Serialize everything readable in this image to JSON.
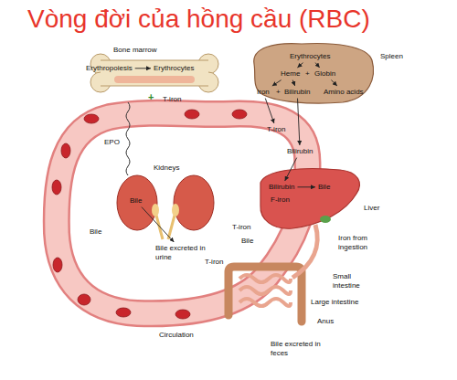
{
  "diagram": {
    "title": "Vòng đời của hồng cầu (RBC)",
    "nodes": [
      {
        "text": [
          "Erythropoiesis"
        ]
      },
      {
        "text": [
          "Erythrocytes"
        ]
      },
      {
        "text": [
          "Erythrocytes"
        ]
      },
      {
        "text": [
          "Heme"
        ]
      },
      {
        "text": [
          "Globin"
        ]
      },
      {
        "text": [
          "Iron"
        ]
      },
      {
        "text": [
          "Bilirubin"
        ]
      },
      {
        "text": [
          "Amino acids"
        ]
      },
      {
        "text": [
          "T-iron"
        ]
      },
      {
        "text": [
          "Bilirubin"
        ]
      },
      {
        "text": [
          "Bilirubin"
        ]
      },
      {
        "text": [
          "Bile"
        ]
      },
      {
        "text": [
          "Bile"
        ]
      },
      {
        "text": [
          "Bile excreted in urine"
        ]
      }
    ],
    "edges": [
      {
        "from": 0,
        "to": 1,
        "arrow": "to"
      },
      {
        "from": 2,
        "to": 3,
        "arrow": "to"
      },
      {
        "from": 2,
        "to": 4,
        "arrow": "to"
      },
      {
        "from": 3,
        "to": 5,
        "arrow": "to"
      },
      {
        "from": 3,
        "to": 6,
        "arrow": "to"
      },
      {
        "from": 4,
        "to": 7,
        "arrow": "to"
      },
      {
        "from": 5,
        "to": 8,
        "arrow": "to"
      },
      {
        "from": 6,
        "to": 9,
        "arrow": "to"
      },
      {
        "from": 9,
        "to": 10,
        "arrow": "to"
      },
      {
        "from": 10,
        "to": 11,
        "arrow": "to"
      },
      {
        "from": 12,
        "to": 13,
        "arrow": "to"
      }
    ],
    "labels": [
      "Bone marrow",
      "T-iron",
      "+",
      "EPO",
      "Kidneys",
      "Bile",
      "Spleen",
      "+",
      "+",
      "F-iron",
      "Liver",
      "T-iron",
      "Bile",
      "Iron from ingestion",
      "T-iron",
      "Small intestine",
      "Large intestine",
      "Anus",
      "Bile excreted in feces",
      "Circulation"
    ]
  }
}
